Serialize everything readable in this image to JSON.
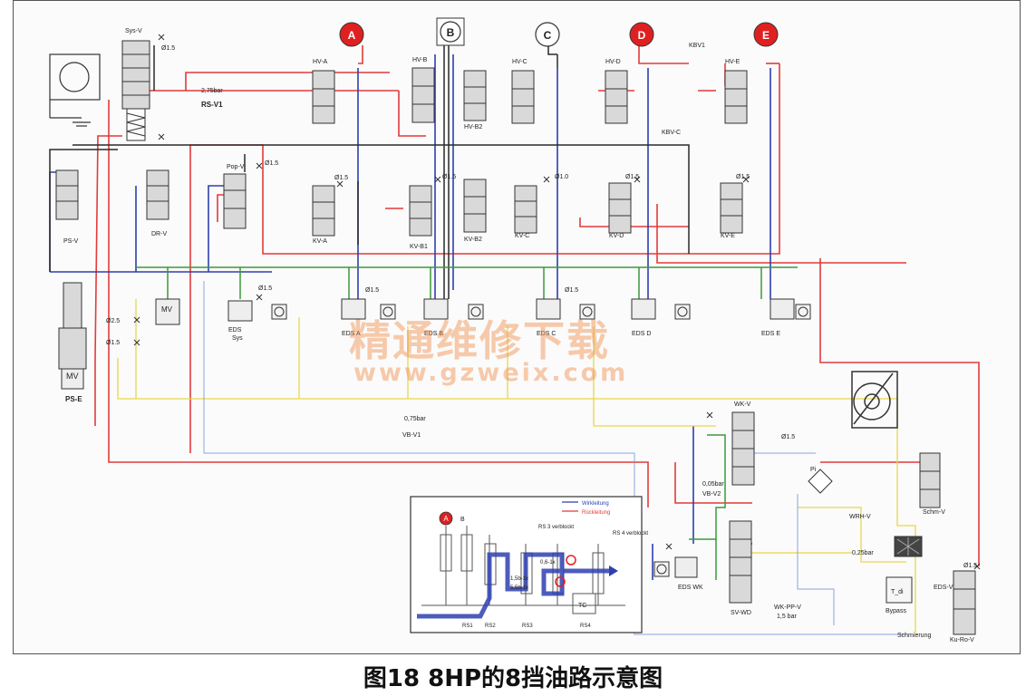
{
  "caption": "图18 8HP的8挡油路示意图",
  "watermark": {
    "cn": "精通维修下载",
    "url": "www.gzweix.com"
  },
  "colors": {
    "pressure": "#e23b3b",
    "main": "#2e3fb0",
    "feed": "#2b2b2b",
    "green": "#3a9a3a",
    "yellow": "#e8d84a",
    "marker": "#e02020"
  },
  "circles": {
    "a": "A",
    "b": "B",
    "c": "C",
    "d": "D",
    "e": "E"
  },
  "labels": {
    "sysv": "Sys-V",
    "rsv1": "RS-V1",
    "rsv1_bar": "2,75bar",
    "psv": "PS-V",
    "drv": "DR-V",
    "popv": "Pop-V",
    "pse": "PS-E",
    "mv_pse": "MV",
    "hva": "HV-A",
    "hvb": "HV-B",
    "hvb2": "HV-B2",
    "hvc": "HV-C",
    "hvd": "HV-D",
    "hve": "HV-E",
    "kva": "KV-A",
    "kvb1": "KV-B1",
    "kvb2": "KV-B2",
    "kvc": "KV-C",
    "kvd": "KV-D",
    "kve": "KV-E",
    "mv_pos": "MV",
    "edssys_1": "EDS",
    "edssys_2": "Sys",
    "edsa": "EDS A",
    "edsb": "EDS B",
    "edsc": "EDS C",
    "edsd": "EDS D",
    "edse": "EDS E",
    "vbv1": "VB-V1",
    "vbv1_bar": "0,75bar",
    "wkv": "WK-V",
    "vbv2": "VB-V2",
    "vbv2_bar": "0,05bar",
    "edswk": "EDS WK",
    "svwd": "SV-WD",
    "wkppv": "WK-PP-V",
    "wkppv_bar": "1,5 bar",
    "wrhv": "WRH-V",
    "wrhv_bar": "0,25bar",
    "schmv": "Schm-V",
    "bypass": "Bypass",
    "tdi": "T_di",
    "schmierung": "Schmierung",
    "edsv": "EDS-V",
    "kurov": "Ku-Ro-V",
    "kbv1": "KBV1",
    "kbvc": "KBV-C",
    "pi": "Pi",
    "o15": "Ø1.5",
    "o10": "Ø1.0",
    "o25": "Ø2.5"
  },
  "inset": {
    "legend_blue": "Wirkleitung",
    "legend_red": "Rückleitung",
    "circle_a": "A",
    "b": "B",
    "rs3": "RS 3 verblockt",
    "rs4": "RS 4 verblockt",
    "v06": "0,6-1x",
    "v15": "1,5b-1x",
    "v16": "5,5b-1x",
    "tc": "TC",
    "rs1": "RS1",
    "rs2": "RS2",
    "rs3b": "RS3",
    "rs4b": "RS4"
  }
}
